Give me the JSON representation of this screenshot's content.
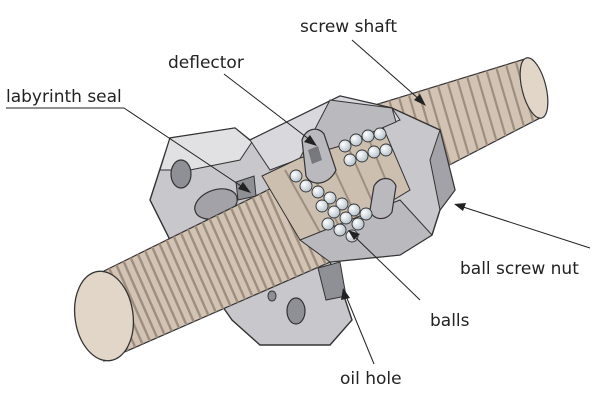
{
  "labels": {
    "screw_shaft": "screw shaft",
    "deflector": "deflector",
    "labyrinth_seal": "labyrinth seal",
    "ball_screw_nut": "ball screw nut",
    "balls": "balls",
    "oil_hole": "oil hole"
  },
  "colors": {
    "shaft_fill": "#d2c3b4",
    "shaft_thread": "#9e8e7e",
    "shaft_end": "#e2d6c8",
    "nut_fill": "#c8c8cc",
    "nut_dark": "#a2a2a8",
    "nut_light": "#e1e1e4",
    "ball_fill": "#eef2f5",
    "outline": "#333333"
  }
}
